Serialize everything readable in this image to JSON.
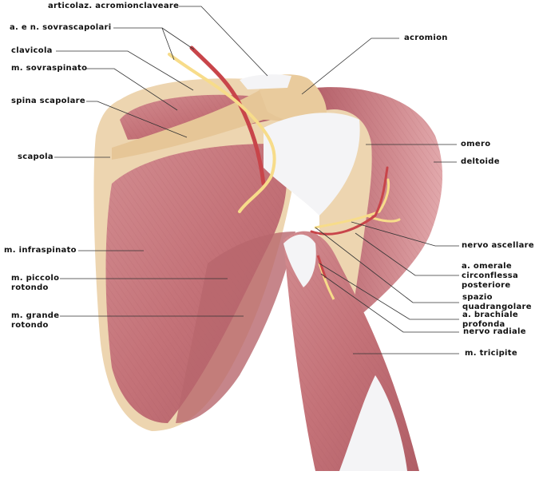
{
  "title": "Spalla - vista posteriore",
  "colors": {
    "bone": "#EDD5B0",
    "bone_dark": "#D9B98C",
    "muscle": "#C77A80",
    "muscle_dark": "#A9545C",
    "tendon": "#F4F4F6",
    "nerve": "#F7DC8A",
    "artery": "#C8454A",
    "leader": "#333333"
  },
  "labels": {
    "articolazione_acromionclaveare": "articolaz. acromionclaveare",
    "sovrascapolari": "a. e n. sovrascapolari",
    "clavicola": "clavicola",
    "sovraspinato": "m. sovraspinato",
    "spina_scapolare": "spina scapolare",
    "scapola": "scapola",
    "infraspinato": "m. infraspinato",
    "piccolo_rotondo": [
      "m. piccolo",
      "rotondo"
    ],
    "grande_rotondo": [
      "m. grande",
      "rotondo"
    ],
    "acromion": "acromion",
    "omero": "omero",
    "deltoide": "deltoide",
    "nervo_ascellare": "nervo ascellare",
    "omerale_circonflessa": [
      "a. omerale",
      "circonflessa",
      "posteriore"
    ],
    "spazio_quadrangolare": [
      "spazio",
      "quadrangolare"
    ],
    "brachiale_profonda": [
      "a. brachiale",
      "profonda"
    ],
    "nervo_radiale": "nervo radiale",
    "tricipite": "m. tricipite"
  }
}
